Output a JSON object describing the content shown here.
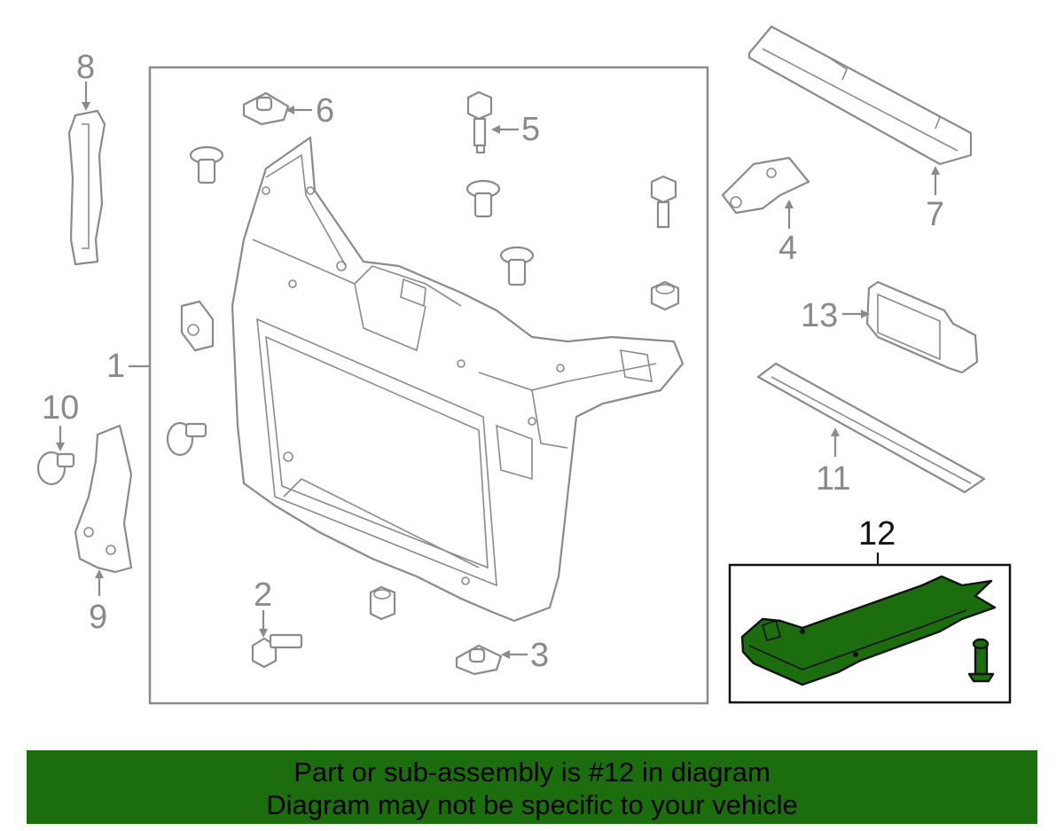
{
  "callouts": {
    "c1": "1",
    "c2": "2",
    "c3": "3",
    "c4": "4",
    "c5": "5",
    "c6": "6",
    "c7": "7",
    "c8": "8",
    "c9": "9",
    "c10": "10",
    "c11": "11",
    "c12": "12",
    "c13": "13"
  },
  "highlight_part": "12",
  "colors": {
    "highlight": "#1c6d0e",
    "linework": "#8a8a8a",
    "text": "#000000"
  },
  "banner": {
    "line1": "Part or sub-assembly is #12 in diagram",
    "line2": "Diagram may not be specific to your vehicle"
  }
}
